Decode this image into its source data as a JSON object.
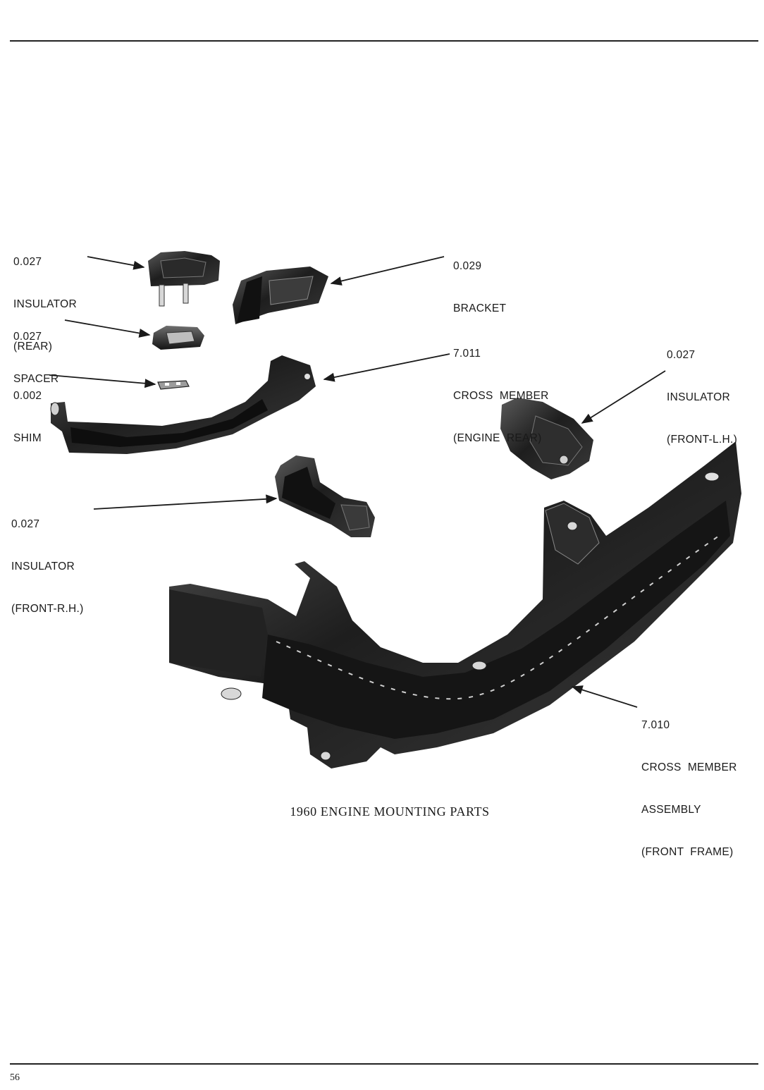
{
  "labels": {
    "insulator_rear": {
      "number": "0.027",
      "name": "INSULATOR",
      "detail": "(REAR)"
    },
    "spacer": {
      "number": "0.027",
      "name": "SPACER"
    },
    "shim": {
      "number": "0.002",
      "name": "SHIM"
    },
    "insulator_front_rh": {
      "number": "0.027",
      "name": "INSULATOR",
      "detail": "(FRONT-R.H.)"
    },
    "bracket": {
      "number": "0.029",
      "name": "BRACKET"
    },
    "cross_member_engine_rear": {
      "number": "7.011",
      "name": "CROSS  MEMBER",
      "detail": "(ENGINE  REAR)"
    },
    "insulator_front_lh": {
      "number": "0.027",
      "name": "INSULATOR",
      "detail": "(FRONT-L.H.)"
    },
    "cross_member_front_frame": {
      "number": "7.010",
      "name": "CROSS  MEMBER",
      "name2": "ASSEMBLY",
      "detail": "(FRONT  FRAME)"
    }
  },
  "caption": "1960 ENGINE MOUNTING PARTS",
  "page_number": "56",
  "colors": {
    "ink": "#1a1a1a",
    "part_dark": "#1c1c1c",
    "part_mid": "#4a4a4a",
    "part_light": "#8a8a8a"
  }
}
